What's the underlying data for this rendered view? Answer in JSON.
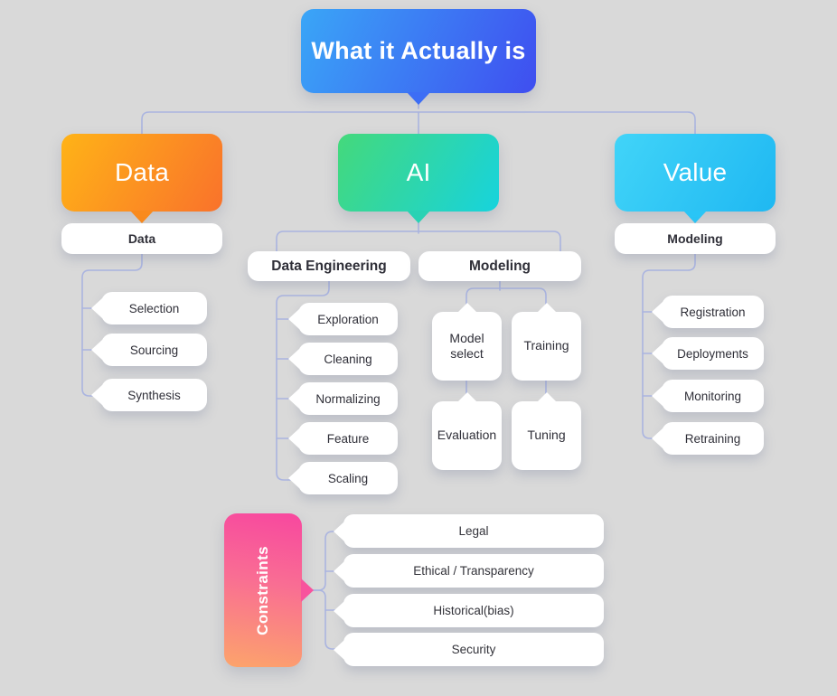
{
  "background": "#d9d9d9",
  "connector_color": "#aab4e0",
  "title": {
    "label": "What it Actually is",
    "gradient_from": "#3aa6f7",
    "gradient_to": "#3f4ef0",
    "tip": "#3d6ef5"
  },
  "branches": [
    {
      "key": "data",
      "header": {
        "label": "Data",
        "gradient_from": "#ffb317",
        "gradient_to": "#f9722b",
        "tip": "#f98a1d"
      },
      "child": {
        "label": "Data"
      },
      "leaves": [
        {
          "label": "Selection"
        },
        {
          "label": "Sourcing"
        },
        {
          "label": "Synthesis"
        }
      ]
    },
    {
      "key": "ai",
      "header": {
        "label": "AI",
        "gradient_from": "#44d97b",
        "gradient_to": "#17d3dd",
        "tip": "#29d2b4"
      },
      "groups": [
        {
          "label": "Data Engineering",
          "leaves": [
            {
              "label": "Exploration"
            },
            {
              "label": "Cleaning"
            },
            {
              "label": "Normalizing"
            },
            {
              "label": "Feature"
            },
            {
              "label": "Scaling"
            }
          ]
        },
        {
          "label": "Modeling",
          "columns": [
            {
              "top": "Model\nselect",
              "top_line1": "Model",
              "top_line2": "select",
              "bottom": "Evaluation"
            },
            {
              "top": "Training",
              "top_line1": "Training",
              "top_line2": "",
              "bottom": "Tuning"
            }
          ]
        }
      ]
    },
    {
      "key": "value",
      "header": {
        "label": "Value",
        "gradient_from": "#41d4f8",
        "gradient_to": "#1fb8f2",
        "tip": "#2ac5f6"
      },
      "child": {
        "label": "Modeling"
      },
      "leaves": [
        {
          "label": "Registration"
        },
        {
          "label": "Deployments"
        },
        {
          "label": "Monitoring"
        },
        {
          "label": "Retraining"
        }
      ]
    }
  ],
  "constraints": {
    "label": "Constraints",
    "gradient_from": "#f8479f",
    "gradient_to": "#fca46b",
    "tip": "#f8549d",
    "items": [
      {
        "label": "Legal"
      },
      {
        "label": "Ethical / Transparency"
      },
      {
        "label": "Historical(bias)"
      },
      {
        "label": "Security"
      }
    ]
  }
}
